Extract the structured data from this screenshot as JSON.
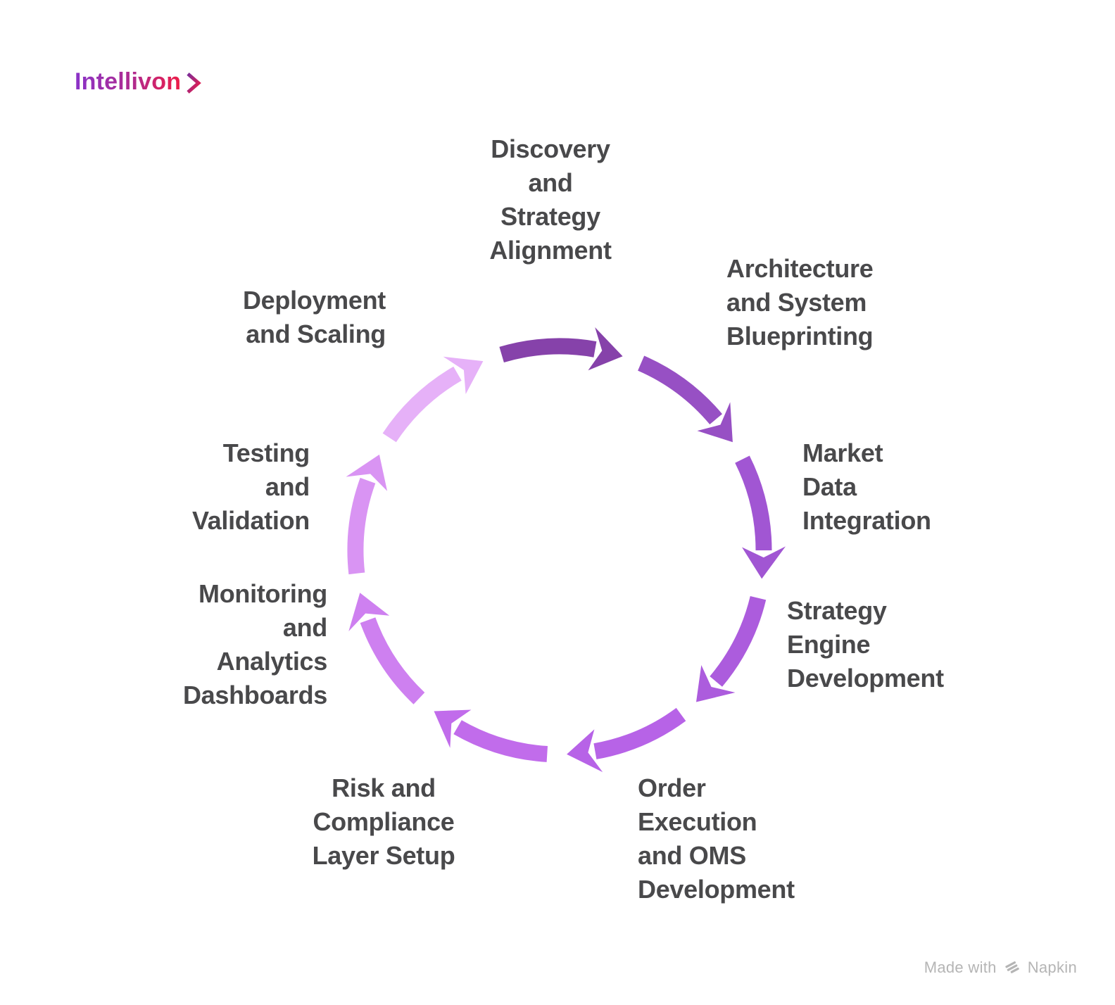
{
  "logo": {
    "text": "Intellivon",
    "chevron_icon": "chevron-right",
    "gradient_from": "#8a33c9",
    "gradient_to": "#ee1c47"
  },
  "diagram": {
    "type": "cycle",
    "direction": "clockwise",
    "text_color": "#49494b",
    "stages": [
      {
        "label": "Discovery\nand\nStrategy\nAlignment",
        "arrow_color": "#8642aa"
      },
      {
        "label": "Architecture\nand System\nBlueprinting",
        "arrow_color": "#9750c4"
      },
      {
        "label": "Market\nData\nIntegration",
        "arrow_color": "#a156d3"
      },
      {
        "label": "Strategy\nEngine\nDevelopment",
        "arrow_color": "#ac5cdd"
      },
      {
        "label": "Order\nExecution\nand OMS\nDevelopment",
        "arrow_color": "#b763e7"
      },
      {
        "label": "Risk and\nCompliance\nLayer Setup",
        "arrow_color": "#c16ceb"
      },
      {
        "label": "Monitoring\nand\nAnalytics\nDashboards",
        "arrow_color": "#ce80f0"
      },
      {
        "label": "Testing\nand\nValidation",
        "arrow_color": "#d994f3"
      },
      {
        "label": "Deployment\nand Scaling",
        "arrow_color": "#e6b1f8"
      }
    ]
  },
  "footer": {
    "made_with": "Made with",
    "brand": "Napkin",
    "color": "#b5b5b5"
  }
}
